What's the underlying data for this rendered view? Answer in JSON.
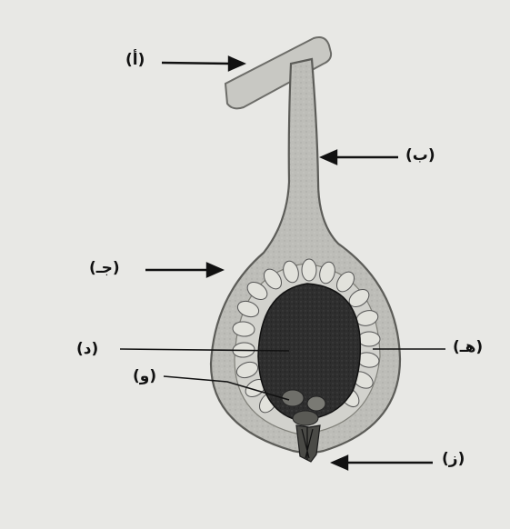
{
  "diagram": {
    "labels": {
      "a": "(أ)",
      "b": "(ب)",
      "c": "(جـ)",
      "d": "(د)",
      "e": "(هـ)",
      "f": "(و)",
      "g": "(ز)"
    }
  }
}
